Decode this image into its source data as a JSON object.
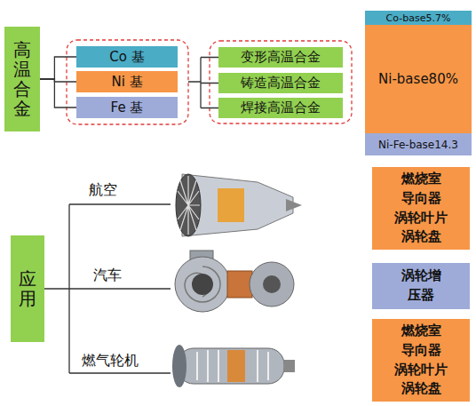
{
  "diagram": {
    "nodes": [
      {
        "text": [
          "高温合金"
        ]
      },
      {
        "text": [
          "Co 基"
        ]
      },
      {
        "text": [
          "Ni 基"
        ]
      },
      {
        "text": [
          "Fe 基"
        ]
      },
      {
        "text": [
          "变形高温合金"
        ]
      },
      {
        "text": [
          "铸造高温合金"
        ]
      },
      {
        "text": [
          "焊接高温合金"
        ]
      },
      {
        "text": [
          "Co-base5.7%"
        ]
      },
      {
        "text": [
          "Ni-base80%"
        ]
      },
      {
        "text": [
          "Ni-Fe-base14.3"
        ]
      },
      {
        "text": [
          "应用"
        ]
      },
      {
        "text": [
          "燃烧室 导向器 涡轮叶片 涡轮盘"
        ]
      },
      {
        "text": [
          "涡轮增压器"
        ]
      },
      {
        "text": [
          "燃烧室 导向器 涡轮叶片 涡轮盘"
        ]
      }
    ],
    "edges": [
      {
        "from": 0,
        "to": 1,
        "arrow": "none"
      },
      {
        "from": 0,
        "to": 2,
        "arrow": "none"
      },
      {
        "from": 0,
        "to": 3,
        "arrow": "none"
      }
    ],
    "labels": [
      "航空",
      "汽车",
      "燃气轮机"
    ]
  }
}
